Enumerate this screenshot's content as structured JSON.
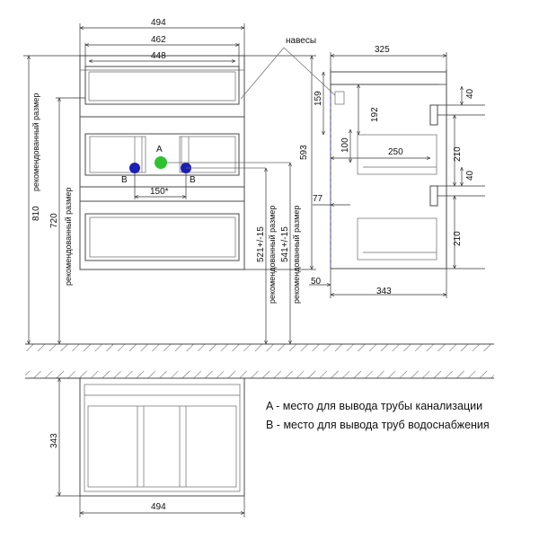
{
  "front_view": {
    "width_total": "494",
    "width_top": "462",
    "width_inner": "448",
    "height_total": "810",
    "height_recommended": "720",
    "recommended_label": "рекомендованный размер",
    "label_a": "A",
    "label_b_left": "B",
    "label_b_right": "B",
    "spacing": "150*",
    "height_521": "521+/-15",
    "height_541": "541+/-15",
    "height_593": "593"
  },
  "side_view": {
    "canopies_label": "навесы",
    "depth_total": "325",
    "dim_159": "159",
    "dim_192": "192",
    "dim_100": "100",
    "dim_250": "250",
    "dim_77": "77",
    "dim_50": "50",
    "depth_bottom": "343",
    "dim_40_top": "40",
    "dim_210_top": "210",
    "dim_40_mid": "40",
    "dim_210_bottom": "210"
  },
  "top_view": {
    "depth": "343",
    "width": "494"
  },
  "legend": {
    "a_text": "A - место для вывода трубы канализации",
    "b_text": "B - место для вывода труб водоснабжения"
  },
  "colors": {
    "sewer_outlet": "#2fc22f",
    "water_outlet": "#1a1fb5",
    "dashed_axis": "#7070c8"
  }
}
